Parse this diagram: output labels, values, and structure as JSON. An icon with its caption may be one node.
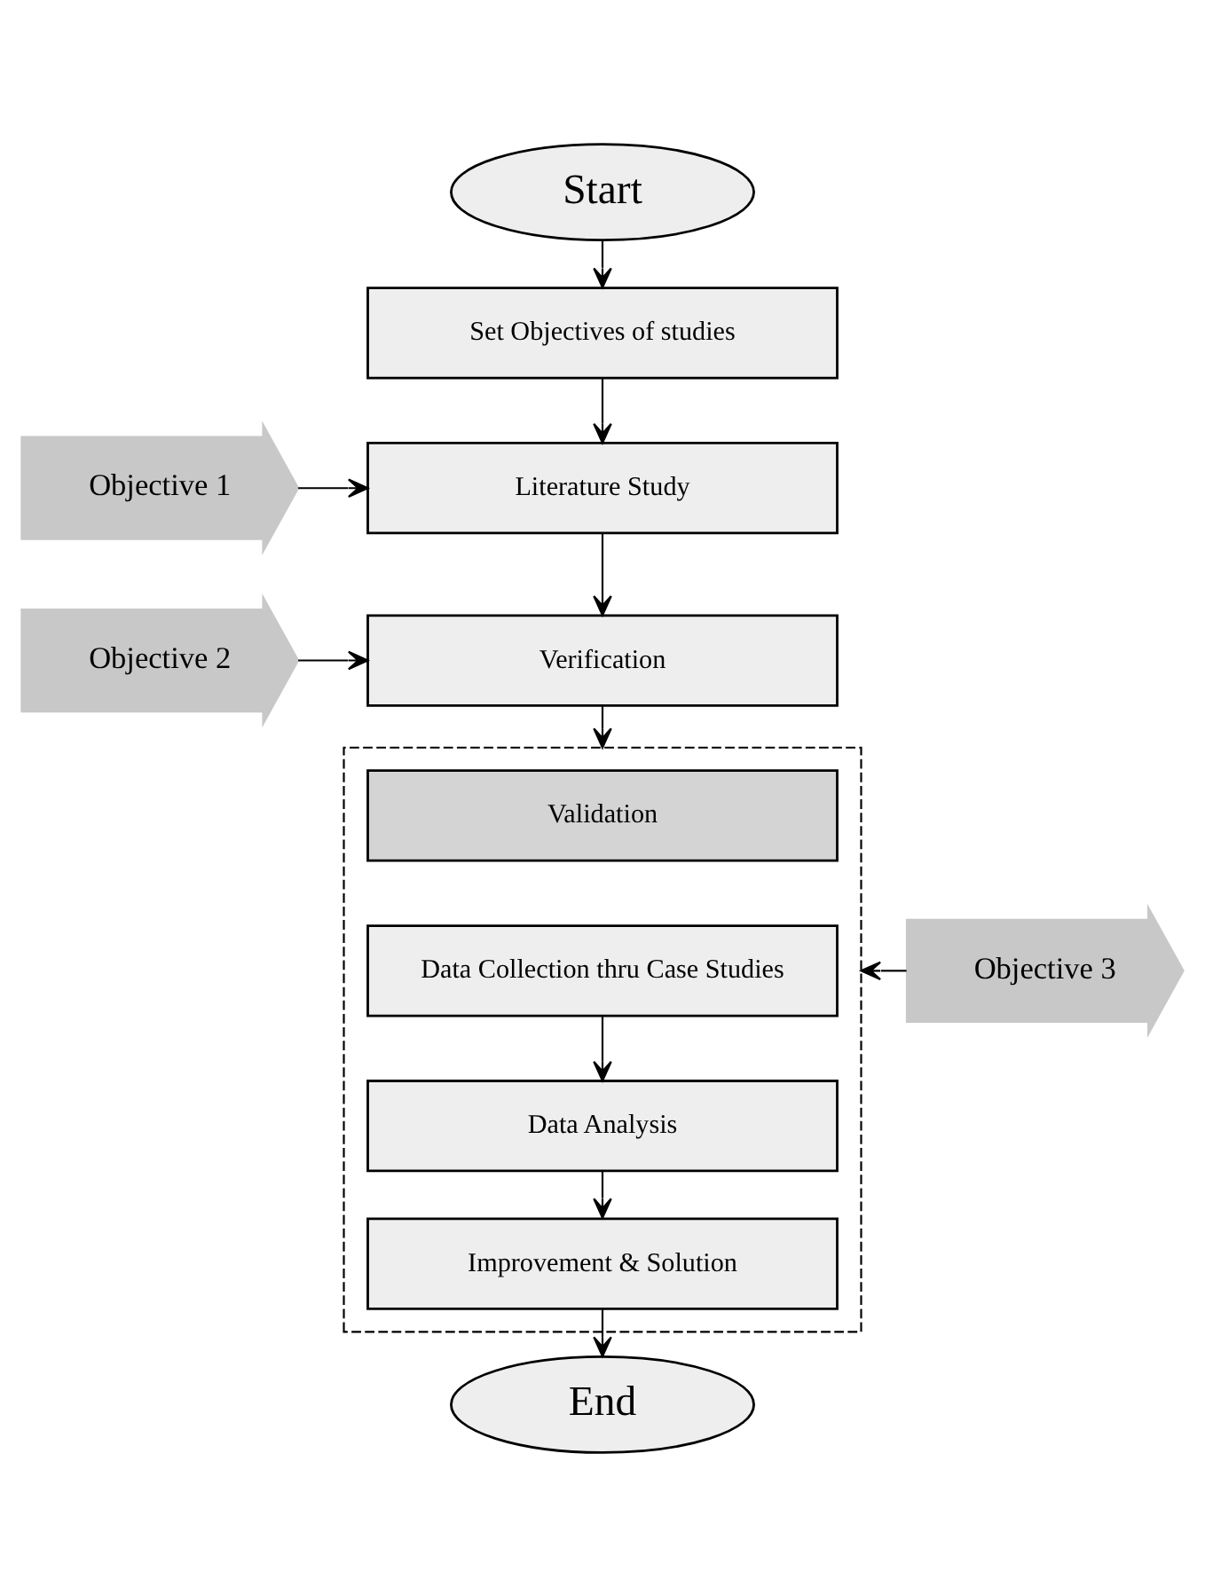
{
  "diagram": {
    "nodes": [
      {
        "text": [
          "Start"
        ]
      },
      {
        "text": [
          "Set Objectives of studies"
        ]
      },
      {
        "text": [
          "Objective 1"
        ]
      },
      {
        "text": [
          "Literature Study"
        ]
      },
      {
        "text": [
          "Objective 2"
        ]
      },
      {
        "text": [
          "Verification"
        ]
      },
      {
        "text": [],
        "shape": "box"
      },
      {
        "text": [
          "Validation"
        ],
        "in": 6
      },
      {
        "text": [
          "Data Collection thru Case Studies"
        ],
        "in": 6
      },
      {
        "text": [
          "Objective 3"
        ]
      },
      {
        "text": [
          "Data Analysis"
        ],
        "in": 6
      },
      {
        "text": [
          "Improvement & Solution"
        ],
        "in": 6
      },
      {
        "text": [
          "End"
        ]
      }
    ],
    "edges": [
      {
        "from": 0,
        "to": 1,
        "arrow": "to"
      },
      {
        "from": 1,
        "to": 3,
        "arrow": "to"
      },
      {
        "from": 2,
        "to": 3,
        "arrow": "to"
      },
      {
        "from": 3,
        "to": 5,
        "arrow": "to"
      },
      {
        "from": 4,
        "to": 5,
        "arrow": "to"
      },
      {
        "from": 5,
        "to": 6,
        "arrow": "to"
      },
      {
        "from": 9,
        "to": 6,
        "arrow": "to"
      },
      {
        "from": 8,
        "to": 10,
        "arrow": "to"
      },
      {
        "from": 10,
        "to": 11,
        "arrow": "to"
      },
      {
        "from": 11,
        "to": 12,
        "arrow": "to"
      }
    ]
  }
}
